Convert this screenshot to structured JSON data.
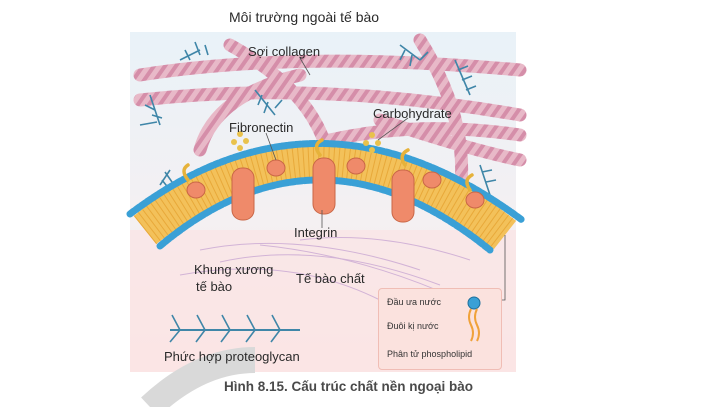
{
  "labels": {
    "outside": "Môi trường ngoài tế bào",
    "collagen": "Sợi collagen",
    "fibronectin": "Fibronectin",
    "carbohydrate": "Carbohydrate",
    "integrin": "Integrin",
    "cytoskeleton_line1": "Khung xương",
    "cytoskeleton_line2": "tế bào",
    "cytoplasm": "Tế bào chất",
    "proteoglycan": "Phức hợp proteoglycan"
  },
  "legend": {
    "head": "Đầu ưa nước",
    "tail": "Đuôi kị nước",
    "molecule": "Phân tử phospholipid"
  },
  "caption": "Hình 8.15. Cấu trúc chất nền ngoại bào",
  "colors": {
    "collagen": "#e8b9c8",
    "lipid_head": "#3aa0d6",
    "lipid_tail": "#f3c15a",
    "protein": "#ef8a6a",
    "fibronectin": "#e6b23a",
    "proteoglycan": "#3f86a8",
    "legend_bg": "#fbe2de"
  }
}
